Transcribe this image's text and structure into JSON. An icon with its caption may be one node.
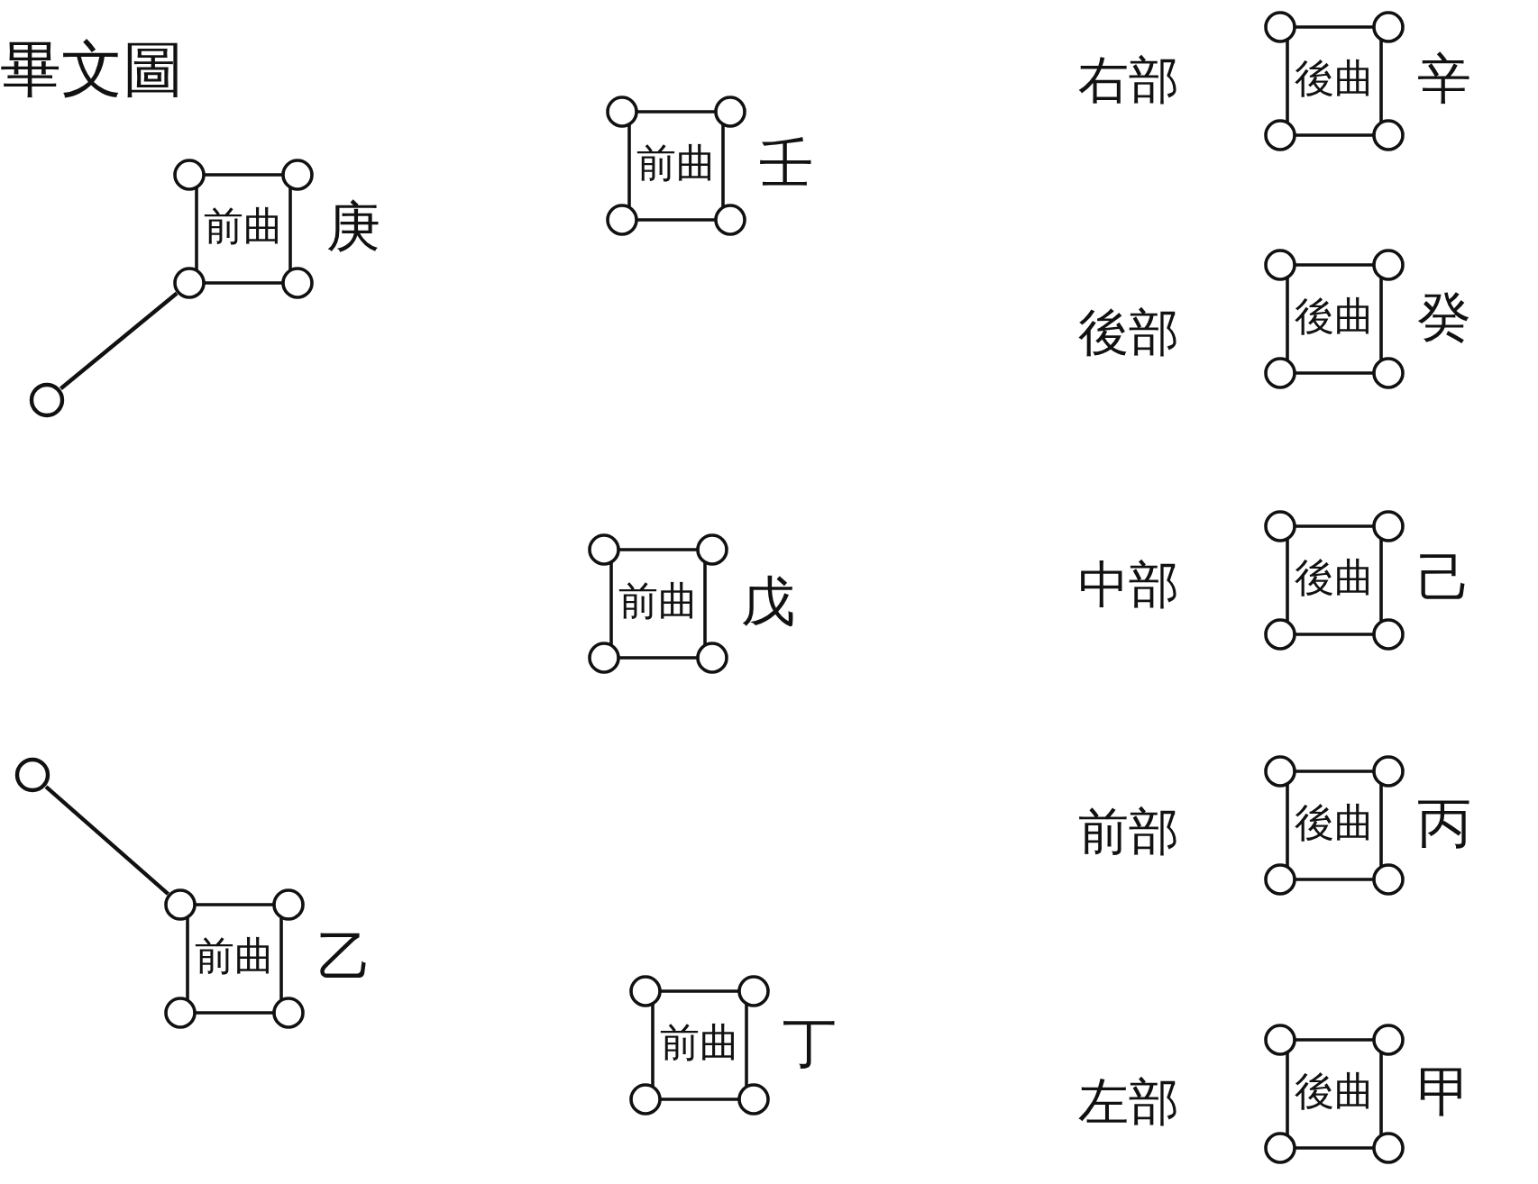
{
  "diagram": {
    "title": "畢文圖",
    "nodes": [
      {
        "text": [
          "前曲"
        ],
        "beside": [
          "庚"
        ]
      },
      {
        "text": [],
        "shape": "circle"
      },
      {
        "text": [
          "前曲"
        ],
        "beside": [
          "壬"
        ]
      },
      {
        "text": [
          "前曲"
        ],
        "beside": [
          "戊"
        ]
      },
      {
        "text": [],
        "shape": "circle"
      },
      {
        "text": [
          "前曲"
        ],
        "beside": [
          "乙"
        ]
      },
      {
        "text": [
          "前曲"
        ],
        "beside": [
          "丁"
        ]
      },
      {
        "text": [
          "後曲"
        ],
        "beside": [
          "辛"
        ]
      },
      {
        "text": [
          "後曲"
        ],
        "beside": [
          "癸"
        ]
      },
      {
        "text": [
          "後曲"
        ],
        "beside": [
          "己"
        ]
      },
      {
        "text": [
          "後曲"
        ],
        "beside": [
          "丙"
        ]
      },
      {
        "text": [
          "後曲"
        ],
        "beside": [
          "甲"
        ]
      }
    ],
    "edges": [
      {
        "from": 1,
        "to": 0,
        "arrow": "none"
      },
      {
        "from": 4,
        "to": 5,
        "arrow": "none"
      }
    ],
    "labels": [
      "右部",
      "後部",
      "中部",
      "前部",
      "左部"
    ]
  }
}
